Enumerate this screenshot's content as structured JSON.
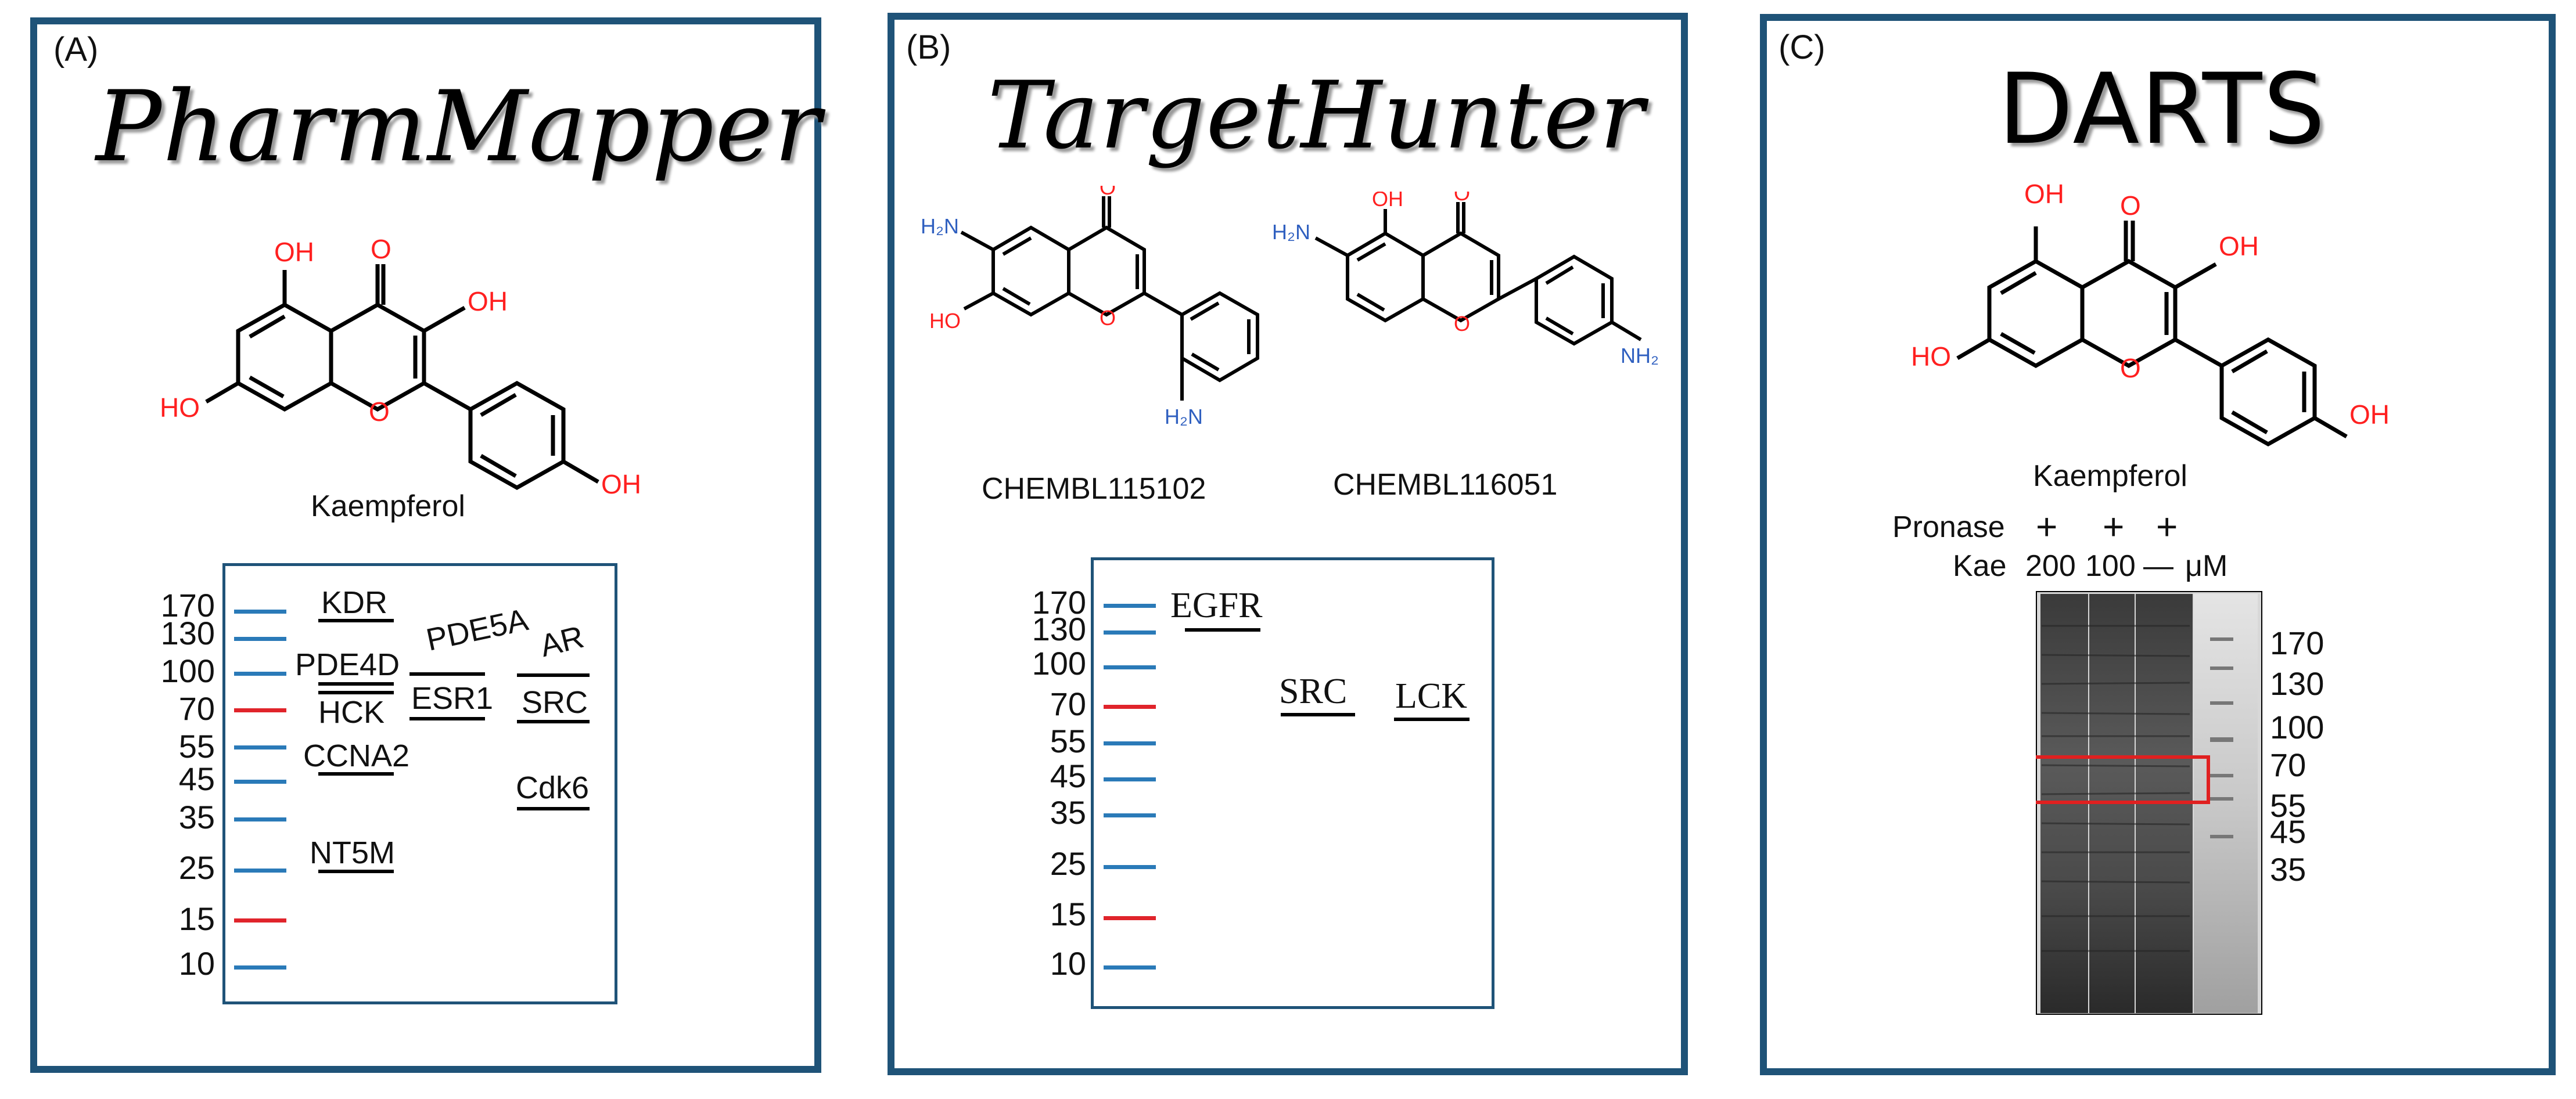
{
  "colors": {
    "border": "#1f5378",
    "marker_blue": "#2a7ab8",
    "marker_red": "#e0242b",
    "oxygen": "#ff2020",
    "nitrogen": "#3060c0",
    "highlight": "#e02020"
  },
  "panel_a": {
    "label": "(A)",
    "title": "PharmMapper",
    "compound": "Kaempferol",
    "atoms": {
      "oh_top": "OH",
      "o_keto": "O",
      "oh_right": "OH",
      "ho_left": "HO",
      "o_ring": "O",
      "oh_phenyl": "OH"
    },
    "markers": [
      "170",
      "130",
      "100",
      "70",
      "55",
      "45",
      "35",
      "25",
      "15",
      "10"
    ],
    "red_markers": [
      "70",
      "15"
    ],
    "targets": [
      "KDR",
      "PDE4D",
      "PDE5A",
      "AR",
      "HCK",
      "ESR1",
      "SRC",
      "CCNA2",
      "Cdk6",
      "NT5M"
    ]
  },
  "panel_b": {
    "label": "(B)",
    "title": "TargetHunter",
    "compounds": [
      "CHEMBL115102",
      "CHEMBL116051"
    ],
    "atoms": {
      "nh2_a": "H₂N",
      "oh_a": "HO",
      "o_keto_a": "O",
      "o_ring_a": "O",
      "nh2_b_meta": "H₂N",
      "nh2_c": "H₂N",
      "oh_c": "OH",
      "o_keto_c": "O",
      "o_ring_c": "O",
      "nh2_d": "NH₂"
    },
    "markers": [
      "170",
      "130",
      "100",
      "70",
      "55",
      "45",
      "35",
      "25",
      "15",
      "10"
    ],
    "red_markers": [
      "70",
      "15"
    ],
    "targets": [
      "EGFR",
      "SRC",
      "LCK"
    ]
  },
  "panel_c": {
    "label": "(C)",
    "title": "DARTS",
    "compound": "Kaempferol",
    "atoms": {
      "oh_top": "OH",
      "o_keto": "O",
      "oh_right": "OH",
      "ho_left": "HO",
      "o_ring": "O",
      "oh_phenyl": "OH"
    },
    "pronase_label": "Pronase",
    "pronase_values": [
      "+",
      "+",
      "+"
    ],
    "kae_label": "Kae",
    "kae_values": [
      "200",
      "100",
      "—"
    ],
    "unit": "μM",
    "markers": [
      "170",
      "130",
      "100",
      "70",
      "55",
      "45",
      "35"
    ]
  }
}
